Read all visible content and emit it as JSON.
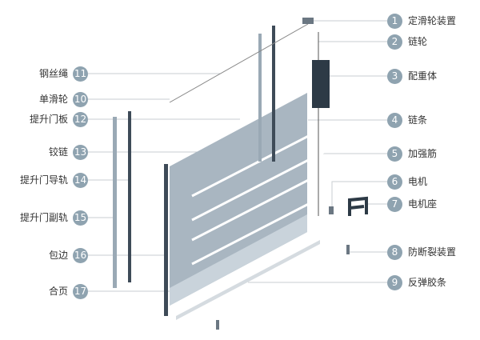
{
  "colors": {
    "badge": "#8fa3b0",
    "panel": "#a9b6c1",
    "rail_dark": "#3e4b58",
    "leader": "#c8cdd2"
  },
  "right_labels": [
    {
      "num": "1",
      "text": "定滑轮装置"
    },
    {
      "num": "2",
      "text": "链轮"
    },
    {
      "num": "3",
      "text": "配重体"
    },
    {
      "num": "4",
      "text": "链条"
    },
    {
      "num": "5",
      "text": "加强筋"
    },
    {
      "num": "6",
      "text": "电机"
    },
    {
      "num": "7",
      "text": "电机座"
    },
    {
      "num": "8",
      "text": "防断裂装置"
    },
    {
      "num": "9",
      "text": "反弹胶条"
    }
  ],
  "left_labels": [
    {
      "num": "11",
      "text": "钢丝绳"
    },
    {
      "num": "10",
      "text": "单滑轮"
    },
    {
      "num": "12",
      "text": "提升门板"
    },
    {
      "num": "13",
      "text": "铰链"
    },
    {
      "num": "14",
      "text": "提升门导轨"
    },
    {
      "num": "15",
      "text": "提升门副轨"
    },
    {
      "num": "16",
      "text": "包边"
    },
    {
      "num": "17",
      "text": "合页"
    }
  ]
}
